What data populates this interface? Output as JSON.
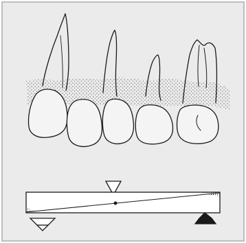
{
  "figure": {
    "background_color": "#ffffff",
    "panel_color": "#ebebeb",
    "stroke_color": "#1a1a1a",
    "stipple_color": "#555555"
  },
  "dental_illustration": {
    "tooth_count": 5,
    "root_count": 4,
    "bone_layer": "stippled"
  },
  "lever_diagram": {
    "fulcrum_symbol": "open-triangle",
    "left_force_arrow": "open-arrow-down",
    "right_force_arrow": "filled-arrow-up"
  }
}
